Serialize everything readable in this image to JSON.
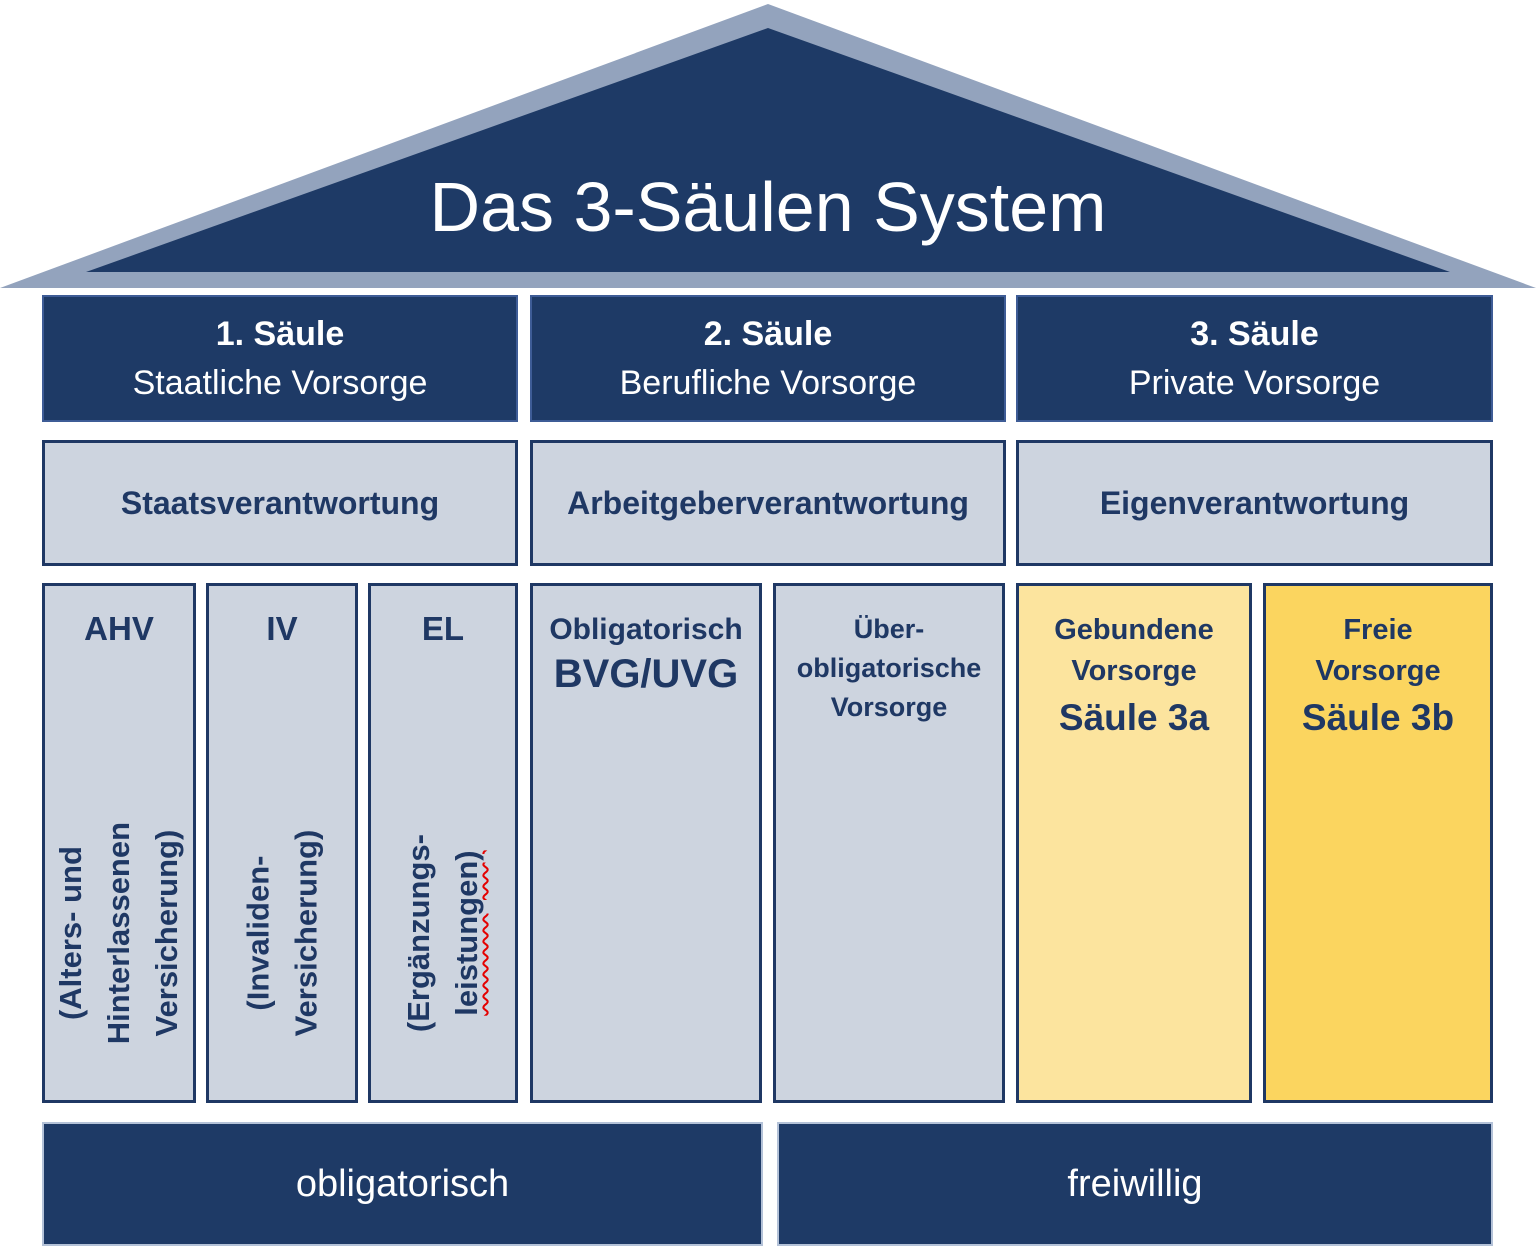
{
  "title": "Das 3-Säulen System",
  "colors": {
    "navy": "#1E3A66",
    "navy_text": "#1F3864",
    "roof_gray": "#93A3BD",
    "light_box": "#CDD4DF",
    "yellow_3a": "#FCE49E",
    "yellow_3b": "#FBD55F",
    "header_border": "#3E5C96",
    "spellcheck_red": "#E40000",
    "white": "#FFFFFF"
  },
  "pillars": [
    {
      "number": "1. Säule",
      "name": "Staatliche Vorsorge",
      "responsibility": "Staatsverantwortung"
    },
    {
      "number": "2. Säule",
      "name": "Berufliche Vorsorge",
      "responsibility": "Arbeitgeberverantwortung"
    },
    {
      "number": "3. Säule",
      "name": "Private Vorsorge",
      "responsibility": "Eigenverantwortung"
    }
  ],
  "columns": [
    {
      "abbr": "AHV",
      "detail_lines": [
        "(Alters- und",
        "Hinterlassenen",
        "Versicherung)"
      ]
    },
    {
      "abbr": "IV",
      "detail_lines": [
        "(Invaliden-",
        "Versicherung)"
      ]
    },
    {
      "abbr": "EL",
      "detail_lines": [
        "(Ergänzungs-",
        "leistungen)"
      ]
    },
    {
      "lines": [
        "Obligatorisch",
        "BVG/UVG"
      ]
    },
    {
      "lines": [
        "Über-",
        "obligatorische",
        "Vorsorge"
      ]
    },
    {
      "lines": [
        "Gebundene",
        "Vorsorge",
        "Säule 3a"
      ]
    },
    {
      "lines": [
        "Freie",
        "Vorsorge",
        "Säule 3b"
      ]
    }
  ],
  "footer": [
    {
      "label": "obligatorisch"
    },
    {
      "label": "freiwillig"
    }
  ]
}
